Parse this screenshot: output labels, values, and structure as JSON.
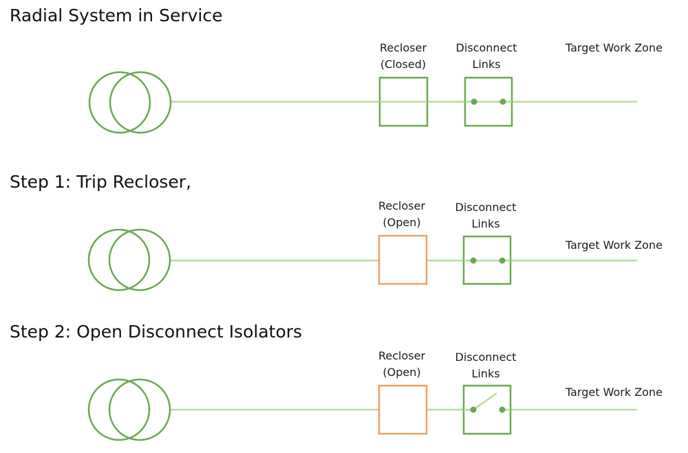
{
  "colors": {
    "line": "#b5dd9a",
    "equipment": "#6aa84f",
    "recloser_closed": "#6aa84f",
    "recloser_open": "#f0a060",
    "text": "#1a1a1a"
  },
  "panels": [
    {
      "title": "Radial System in Service",
      "recloser": {
        "label_line1": "Recloser",
        "label_line2": "(Closed)",
        "state": "closed"
      },
      "disconnect": {
        "label_line1": "Disconnect",
        "label_line2": "Links",
        "state": "closed"
      },
      "zone_label": "Target Work Zone"
    },
    {
      "title": "Step 1: Trip Recloser,",
      "recloser": {
        "label_line1": "Recloser",
        "label_line2": "(Open)",
        "state": "open"
      },
      "disconnect": {
        "label_line1": "Disconnect",
        "label_line2": "Links",
        "state": "closed"
      },
      "zone_label": "Target Work Zone"
    },
    {
      "title": "Step 2: Open Disconnect Isolators",
      "recloser": {
        "label_line1": "Recloser",
        "label_line2": "(Open)",
        "state": "open"
      },
      "disconnect": {
        "label_line1": "Disconnect",
        "label_line2": "Links",
        "state": "open"
      },
      "zone_label": "Target Work Zone"
    }
  ]
}
